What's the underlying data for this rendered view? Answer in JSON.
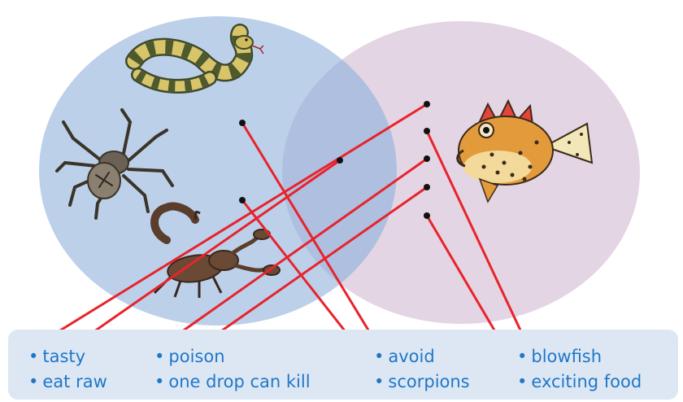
{
  "venn": {
    "left_color": "#bcd0ea",
    "right_color": "#e3d5e3",
    "overlap_color": "#aebfdf"
  },
  "line_color": "#e8232c",
  "dot_color": "#111111",
  "icons": [
    "snake-icon",
    "spider-icon",
    "scorpion-icon",
    "blowfish-icon"
  ],
  "words": [
    {
      "id": "tasty",
      "text": "tasty"
    },
    {
      "id": "eat-raw",
      "text": "eat raw"
    },
    {
      "id": "poison",
      "text": "poison"
    },
    {
      "id": "one-drop",
      "text": "one drop can kill"
    },
    {
      "id": "avoid",
      "text": "avoid"
    },
    {
      "id": "scorpions",
      "text": "scorpions"
    },
    {
      "id": "blowfish",
      "text": "blowfish"
    },
    {
      "id": "exciting-food",
      "text": "exciting food"
    }
  ],
  "connections": [
    {
      "from": "left-dot-1",
      "to": "avoid"
    },
    {
      "from": "left-dot-2",
      "to": "scorpions"
    },
    {
      "from": "middle-dot",
      "to": "eat-raw"
    },
    {
      "from": "right-dot-1",
      "to": "tasty"
    },
    {
      "from": "right-dot-2",
      "to": "blowfish"
    },
    {
      "from": "right-dot-3",
      "to": "poison"
    },
    {
      "from": "right-dot-4",
      "to": "one-drop"
    },
    {
      "from": "right-dot-5",
      "to": "exciting-food"
    }
  ]
}
